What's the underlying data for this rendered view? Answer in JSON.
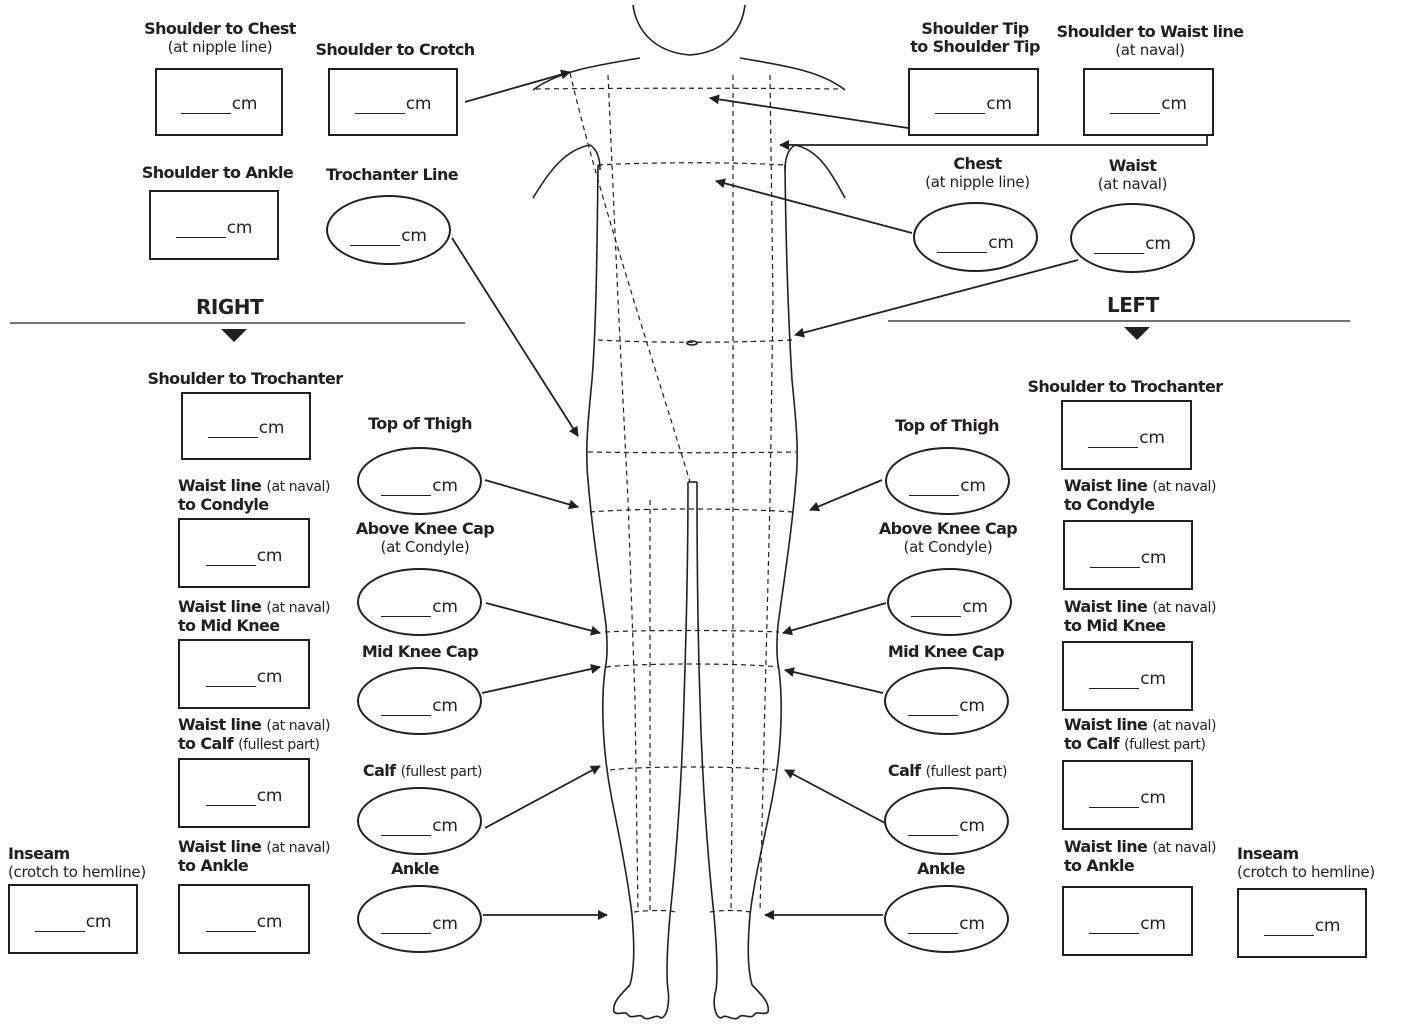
{
  "unit": "cm",
  "sides": {
    "right": "RIGHT",
    "left": "LEFT"
  },
  "top": {
    "shoulder_to_chest": {
      "title": "Shoulder to Chest",
      "sub": "(at nipple line)"
    },
    "shoulder_to_crotch": {
      "title": "Shoulder to Crotch"
    },
    "shoulder_to_ankle": {
      "title": "Shoulder to Ankle"
    },
    "trochanter_line": {
      "title": "Trochanter Line"
    },
    "shoulder_tip": {
      "title1": "Shoulder Tip",
      "title2": "to Shoulder Tip"
    },
    "shoulder_to_waist": {
      "title": "Shoulder to Waist line",
      "sub": "(at naval)"
    },
    "chest": {
      "title": "Chest",
      "sub": "(at nipple line)"
    },
    "waist": {
      "title": "Waist",
      "sub": "(at naval)"
    }
  },
  "legs": {
    "shoulder_to_trochanter": "Shoulder to Trochanter",
    "waist_line": "Waist line",
    "at_naval": "(at naval)",
    "to_condyle": "to Condyle",
    "to_mid_knee": "to Mid Knee",
    "to_calf": "to Calf",
    "fullest_part": "(fullest part)",
    "to_ankle": "to Ankle",
    "inseam": "Inseam",
    "inseam_sub": "(crotch to hemline)",
    "top_of_thigh": "Top of  Thigh",
    "above_knee_cap": "Above Knee Cap",
    "at_condyle": "(at Condyle)",
    "mid_knee_cap": "Mid Knee Cap",
    "calf": "Calf",
    "ankle": "Ankle"
  }
}
